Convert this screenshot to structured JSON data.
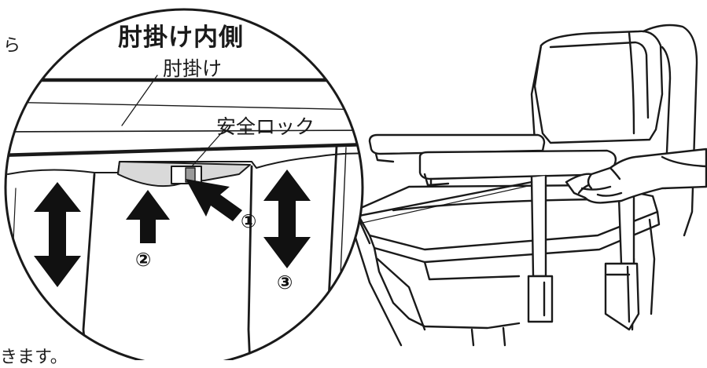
{
  "diagram": {
    "title": "肘掛け内側",
    "labels": {
      "armrest": "肘掛け",
      "safety_lock": "安全ロック"
    },
    "steps": [
      "①",
      "②",
      "③"
    ],
    "edge_text": {
      "top_fragment": "ら",
      "bottom_fragment": "きます。"
    }
  }
}
